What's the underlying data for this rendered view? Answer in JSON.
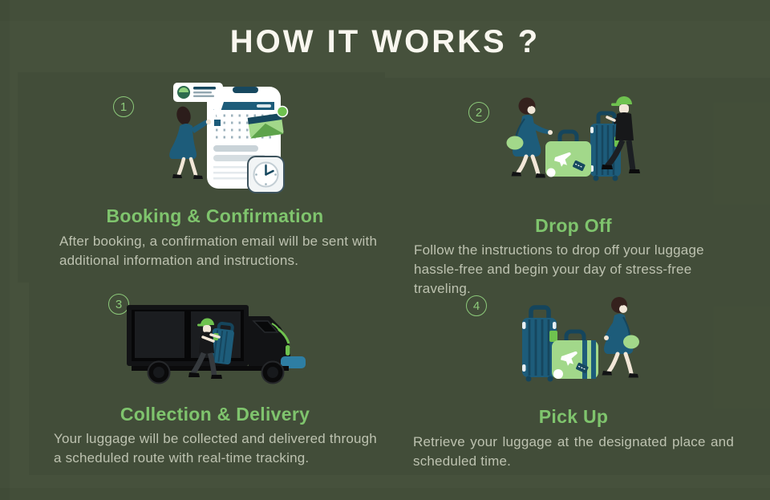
{
  "poster": {
    "title": "HOW IT WORKS ?",
    "colors": {
      "background": "#46513C",
      "accent_green": "#7FC46D",
      "light_green": "#A2D88A",
      "bright_green": "#6FC24F",
      "teal": "#1D5C7A",
      "title_text": "#F9F7EF",
      "body_text": "#BDC2B0",
      "badge_outline": "#8CC97A"
    },
    "steps": [
      {
        "number": "1",
        "title": "Booking & Confirmation",
        "description": "After booking, a confirmation email will be sent with additional information and instructions.",
        "illustration": "booking-confirmation"
      },
      {
        "number": "2",
        "title": "Drop Off",
        "description": "Follow the instructions to drop off your luggage hassle-free and begin your day of stress-free traveling.",
        "illustration": "drop-off"
      },
      {
        "number": "3",
        "title": "Collection & Delivery",
        "description": "Your luggage will be collected and delivered through a scheduled route with real-time tracking.",
        "illustration": "collection-delivery"
      },
      {
        "number": "4",
        "title": "Pick Up",
        "description": "Retrieve your luggage at the designated place and scheduled time.",
        "illustration": "pick-up"
      }
    ]
  }
}
